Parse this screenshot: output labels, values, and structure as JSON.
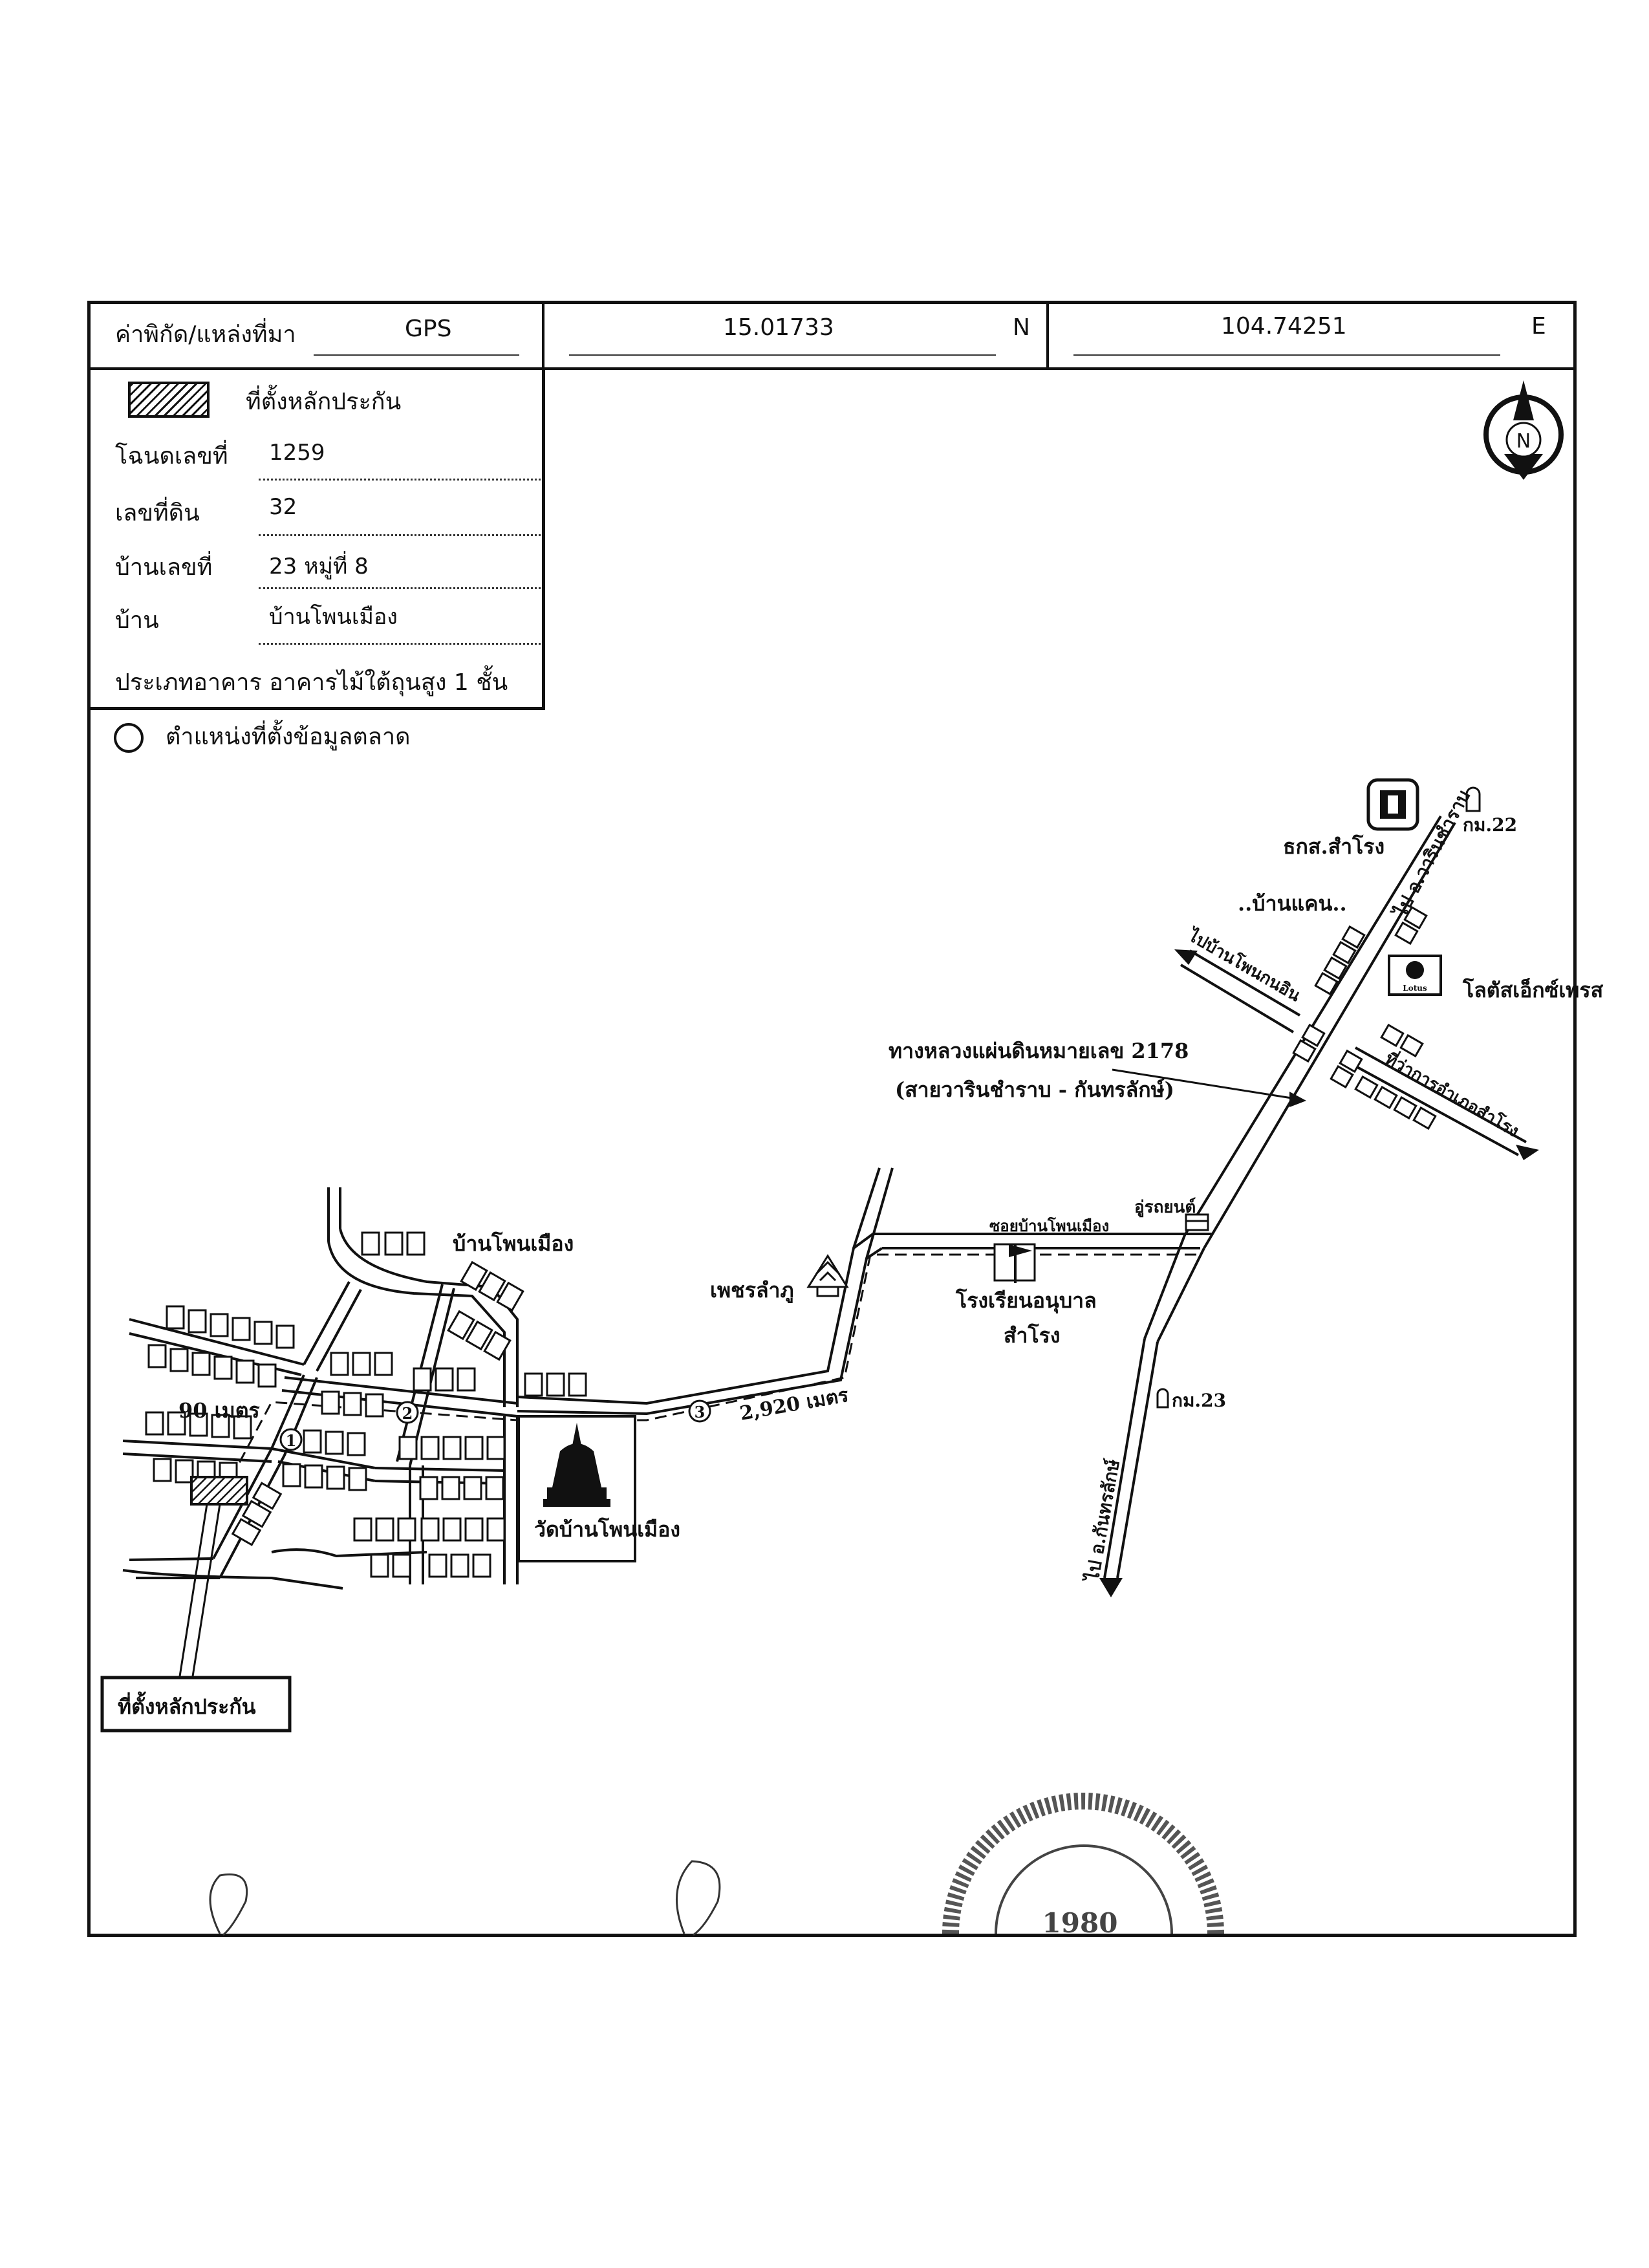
{
  "header": {
    "source_label": "ค่าพิกัด/แหล่งที่มา",
    "source_value": "GPS",
    "lat_value": "15.01733",
    "lat_dir": "N",
    "lon_value": "104.74251",
    "lon_dir": "E"
  },
  "info": {
    "collateral_legend": "ที่ตั้งหลักประกัน",
    "deed_label": "โฉนดเลขที่",
    "deed_value": "1259",
    "land_no_label": "เลขที่ดิน",
    "land_no_value": "32",
    "house_no_label": "บ้านเลขที่",
    "house_no_value": "23 หมู่ที่ 8",
    "village_label": "บ้าน",
    "village_value": "บ้านโพนเมือง",
    "building_type": "ประเภทอาคาร อาคารไม้ใต้ถุนสูง 1 ชั้น",
    "market_legend": "ตำแหน่งที่ตั้งข้อมูลตลาด"
  },
  "compass": {
    "letter": "N",
    "icon": "north-arrow-icon"
  },
  "map": {
    "baac": "ธกส.สำโรง",
    "km22": "กม.22",
    "to_warin": "ไป อ.วารินชำราบ",
    "ban_khaen": "..บ้านแคน..",
    "to_ban_phon_kan": "ไปบ้านโพนกนอิน",
    "lotus": "โลตัสเอ็กซ์เพรส",
    "lotus_badge": "Lotus",
    "highway_line1": "ทางหลวงแผ่นดินหมายเลข 2178",
    "highway_line2": "(สายวารินชำราบ - กันทรลักษ์)",
    "to_district_office": "ที่ว่าการอำเภอสำโรง",
    "soi_name": "ซอยบ้านโพนเมือง",
    "garage": "อู่รถยนต์",
    "village_north": "บ้านโพนเมือง",
    "phet": "เพชรลำภู",
    "school_line1": "โรงเรียนอนุบาล",
    "school_line2": "สำโรง",
    "km23": "กม.23",
    "to_kanthararak": "ไป อ.กันทรลักษ์",
    "dist_90": "90 เมตร",
    "dist_2920": "2,920 เมตร",
    "marker_1": "1",
    "marker_2": "2",
    "marker_3": "3",
    "temple": "วัดบ้านโพนเมือง",
    "collateral_box": "ที่ตั้งหลักประกัน",
    "stamp_text": "1980"
  }
}
